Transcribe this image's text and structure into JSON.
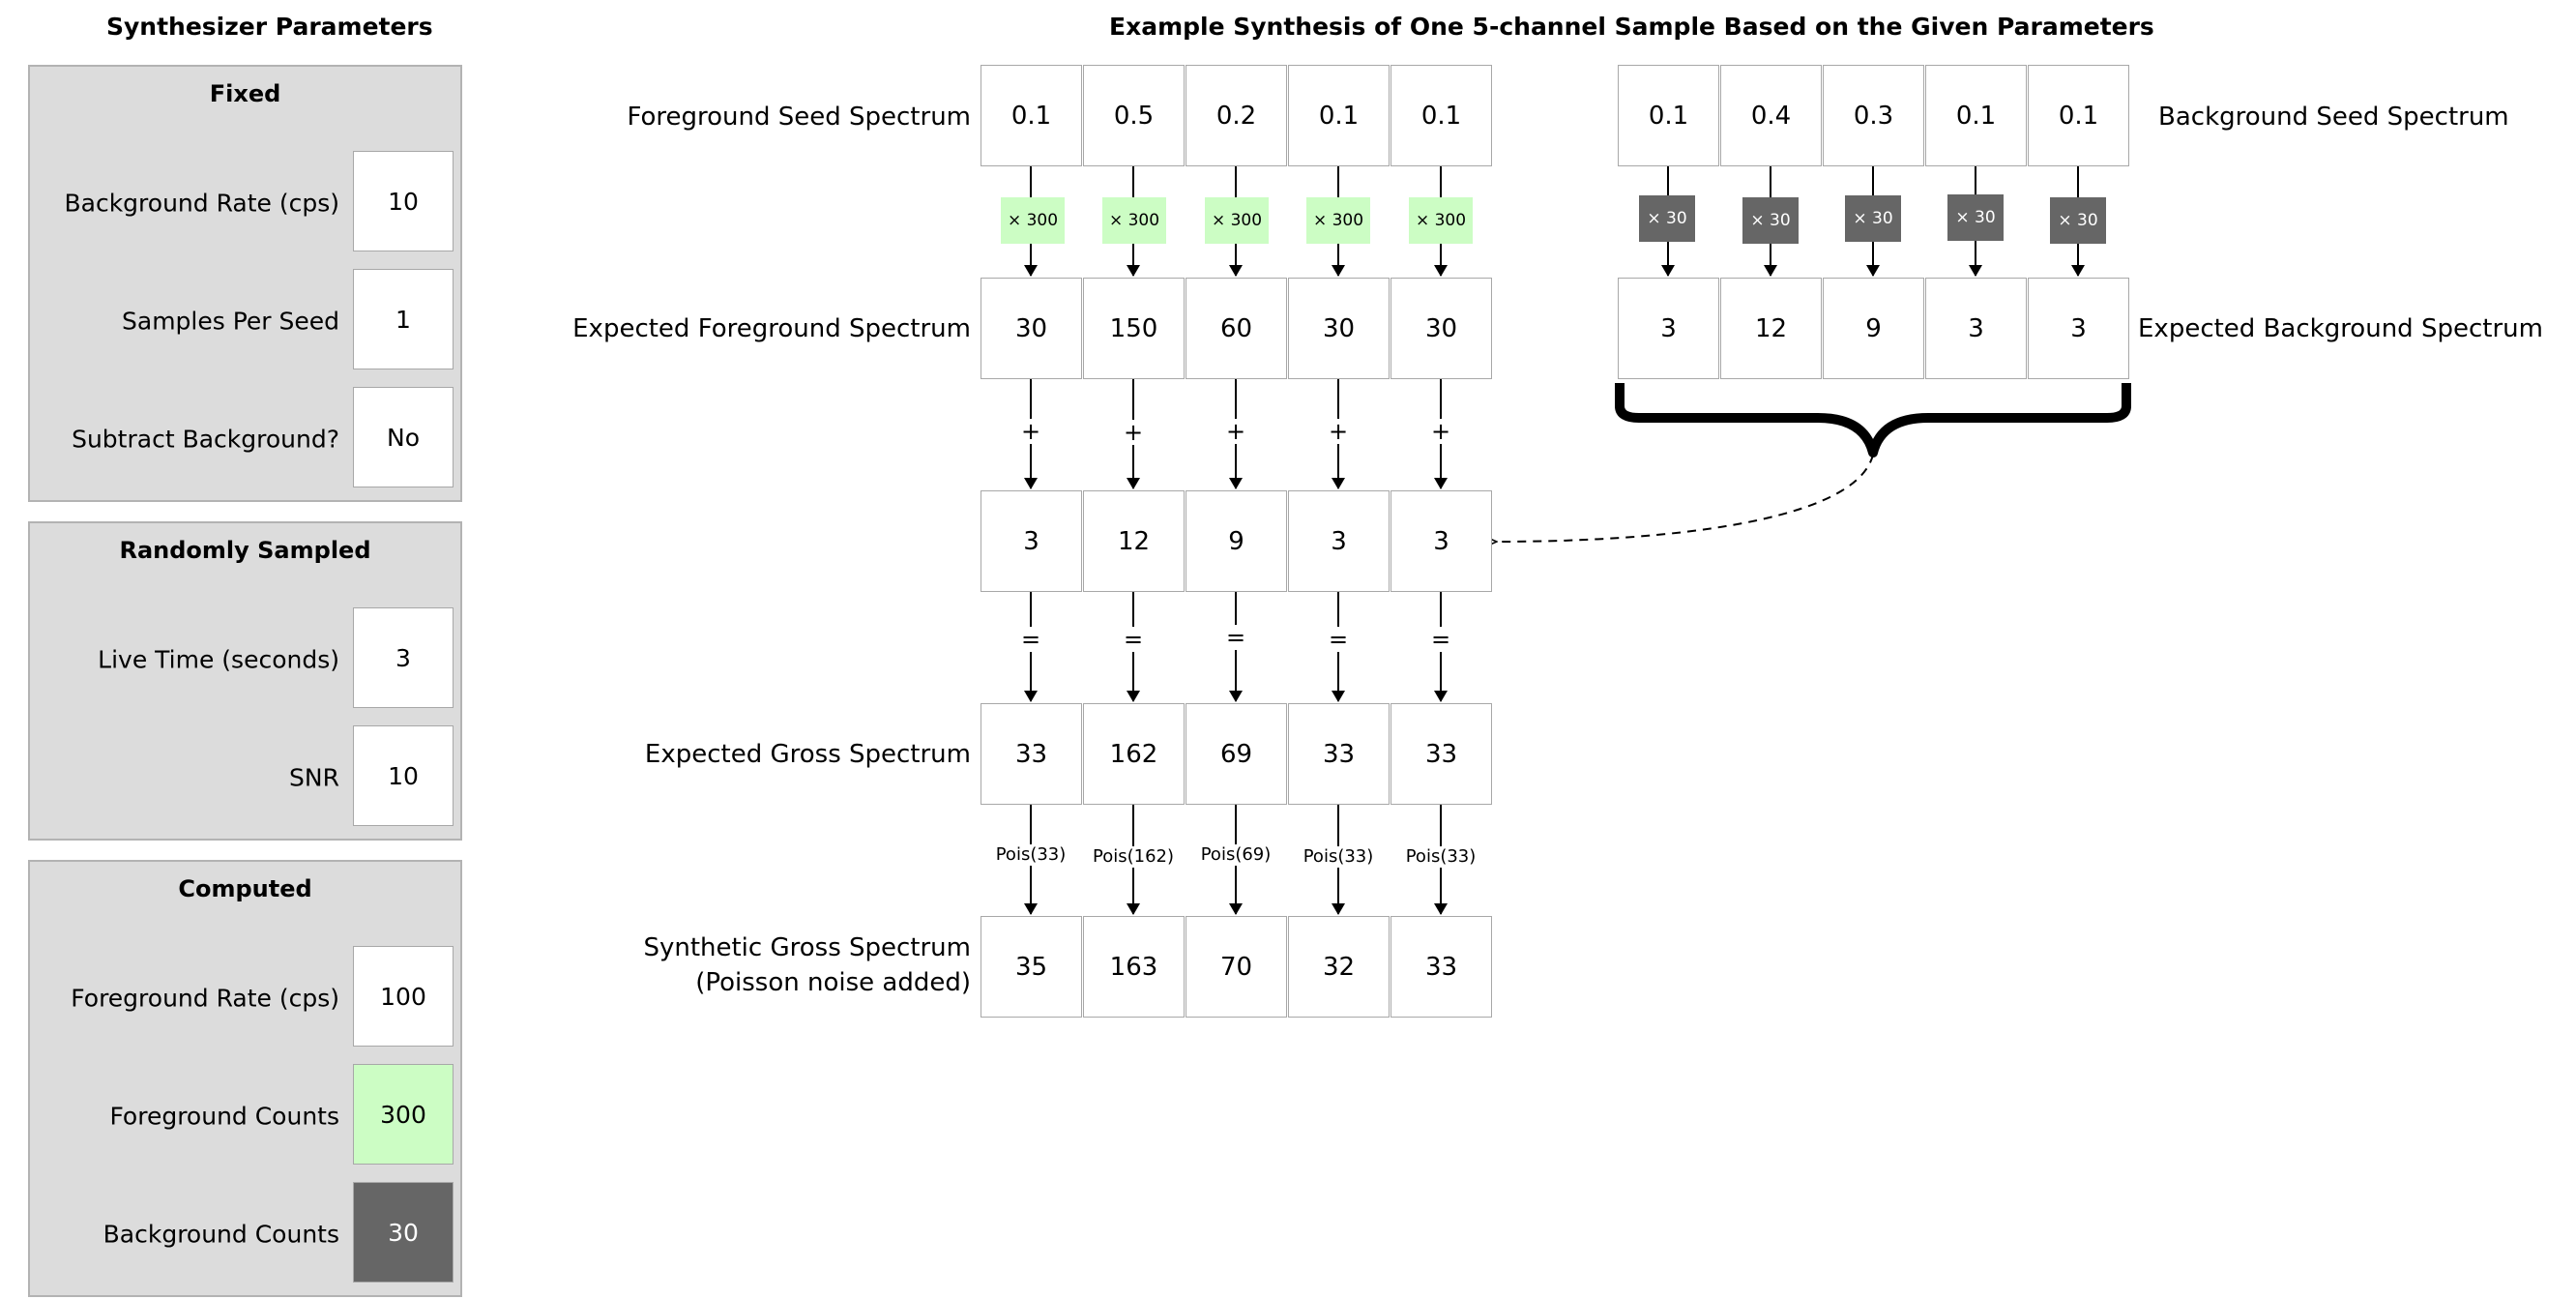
{
  "left_heading": "Synthesizer Parameters",
  "right_heading": "Example Synthesis of One 5-channel Sample Based on the Given Parameters",
  "panels": {
    "fixed": {
      "title": "Fixed",
      "params": [
        {
          "label": "Background Rate (cps)",
          "value": "10"
        },
        {
          "label": "Samples Per Seed",
          "value": "1"
        },
        {
          "label": "Subtract Background?",
          "value": "No"
        }
      ]
    },
    "random": {
      "title": "Randomly Sampled",
      "params": [
        {
          "label": "Live Time (seconds)",
          "value": "3"
        },
        {
          "label": "SNR",
          "value": "10"
        }
      ]
    },
    "computed": {
      "title": "Computed",
      "params": [
        {
          "label": "Foreground Rate (cps)",
          "value": "100"
        },
        {
          "label": "Foreground Counts",
          "value": "300"
        },
        {
          "label": "Background Counts",
          "value": "30"
        }
      ]
    }
  },
  "colors": {
    "foreground_counts": "#ccfdc4",
    "background_counts": "#666666"
  },
  "rows": {
    "fg_seed": {
      "label": "Foreground Seed Spectrum",
      "values": [
        "0.1",
        "0.5",
        "0.2",
        "0.1",
        "0.1"
      ]
    },
    "bg_seed": {
      "label": "Background Seed Spectrum",
      "values": [
        "0.1",
        "0.4",
        "0.3",
        "0.1",
        "0.1"
      ]
    },
    "fg_expected": {
      "label": "Expected Foreground Spectrum",
      "values": [
        "30",
        "150",
        "60",
        "30",
        "30"
      ]
    },
    "bg_expected": {
      "label": "Expected Background Spectrum",
      "values": [
        "3",
        "12",
        "9",
        "3",
        "3"
      ]
    },
    "bg_added": {
      "values": [
        "3",
        "12",
        "9",
        "3",
        "3"
      ]
    },
    "gross_expected": {
      "label": "Expected Gross Spectrum",
      "values": [
        "33",
        "162",
        "69",
        "33",
        "33"
      ]
    },
    "gross_synthetic": {
      "label_line1": "Synthetic Gross Spectrum",
      "label_line2": "(Poisson noise added)",
      "values": [
        "35",
        "163",
        "70",
        "32",
        "33"
      ]
    }
  },
  "ops": {
    "fg_mult": "× 300",
    "bg_mult": "× 30",
    "plus": "+",
    "equals": "=",
    "pois": [
      "Pois(33)",
      "Pois(162)",
      "Pois(69)",
      "Pois(33)",
      "Pois(33)"
    ]
  }
}
